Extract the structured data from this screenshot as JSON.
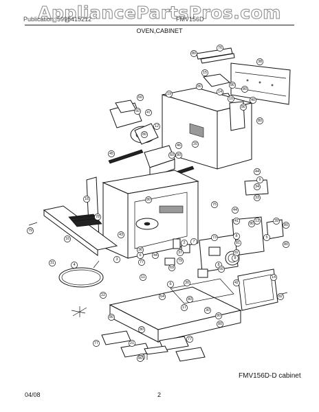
{
  "watermark": "AppliancePartsPros.com",
  "header": {
    "left": "Publication: 5995415212",
    "right": "FMV156D",
    "title": "OVEN,CABINET"
  },
  "caption": "FMV156D-D cabinet",
  "footer": {
    "date": "04/08",
    "page": "2"
  },
  "part_labels": [
    "80",
    "76",
    "38",
    "15",
    "80",
    "80",
    "14",
    "80",
    "19",
    "60",
    "60",
    "47",
    "12",
    "80",
    "46",
    "60",
    "10",
    "40",
    "80",
    "20",
    "80",
    "45",
    "80",
    "44",
    "9",
    "34",
    "33",
    "18",
    "80",
    "75",
    "78",
    "79",
    "16",
    "43",
    "44",
    "41",
    "13",
    "39",
    "80",
    "80",
    "8",
    "81",
    "82",
    "80",
    "5",
    "8",
    "7",
    "2",
    "73",
    "3",
    "36",
    "6",
    "77",
    "44",
    "37",
    "79",
    "31",
    "4",
    "11",
    "8",
    "69",
    "6",
    "60",
    "30",
    "42",
    "14",
    "22",
    "64",
    "80",
    "30",
    "80",
    "17",
    "80",
    "80",
    "80",
    "80",
    "82",
    "77",
    "21",
    "77",
    "80"
  ]
}
